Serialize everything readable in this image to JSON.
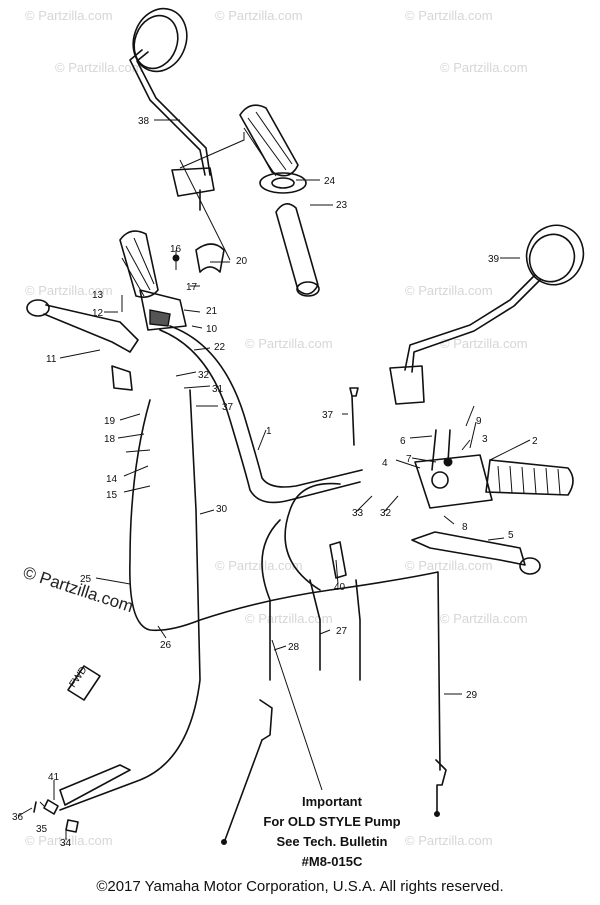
{
  "watermark": {
    "text": "© Partzilla.com",
    "large_text": "© Partzilla.com"
  },
  "note": {
    "line1": "Important",
    "line2": "For OLD STYLE Pump",
    "line3": "See Tech. Bulletin",
    "line4": "#M8-015C"
  },
  "copyright": "©2017 Yamaha Motor Corporation, U.S.A. All rights reserved.",
  "fwd_label": "FWD",
  "callouts": [
    "1",
    "2",
    "3",
    "4",
    "5",
    "6",
    "7",
    "8",
    "9",
    "10",
    "11",
    "12",
    "13",
    "14",
    "15",
    "16",
    "17",
    "18",
    "19",
    "20",
    "21",
    "22",
    "23",
    "24",
    "25",
    "26",
    "27",
    "28",
    "29",
    "30",
    "31",
    "32",
    "32",
    "33",
    "34",
    "35",
    "36",
    "37",
    "37",
    "38",
    "39",
    "40",
    "41"
  ],
  "colors": {
    "ink": "#111111",
    "watermark": "#d6d6d6",
    "background": "#ffffff"
  }
}
